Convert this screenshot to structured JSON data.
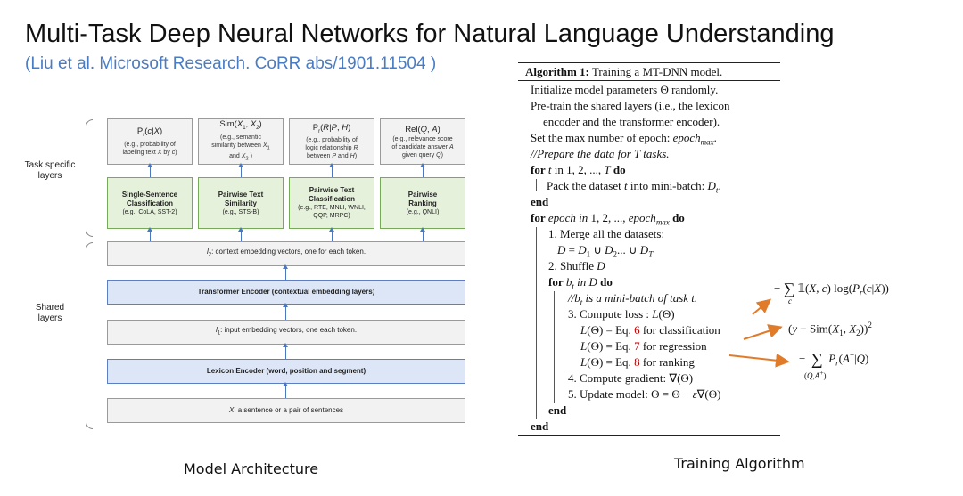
{
  "title": "Multi-Task Deep Neural Networks for Natural Language Understanding",
  "subtitle": "(Liu et al. Microsoft Research. CoRR abs/1901.11504 )",
  "architecture": {
    "side_labels": {
      "task": "Task specific\nlayers",
      "shared": "Shared\nlayers"
    },
    "outputs": [
      {
        "title": "Pr(c|X)",
        "desc": "(e.g., probability of labeling text X by c)"
      },
      {
        "title": "Sim(X1, X2)",
        "desc": "(e.g., semantic similarity between X1 and X2 )"
      },
      {
        "title": "Pr(R|P, H)",
        "desc": "(e.g., probability of logic relationship R between P and H)"
      },
      {
        "title": "Rel(Q, A)",
        "desc": "(e.g., relevance score of candidate answer A given query Q)"
      }
    ],
    "tasks": [
      {
        "name": "Single-Sentence Classification",
        "examples": "(e.g., CoLA, SST-2)"
      },
      {
        "name": "Pairwise Text Similarity",
        "examples": "(e.g., STS-B)"
      },
      {
        "name": "Pairwise Text Classification",
        "examples": "(e.g., RTE, MNLI, WNLI, QQP, MRPC)"
      },
      {
        "name": "Pairwise Ranking",
        "examples": "(e.g., QNLI)"
      }
    ],
    "layers": {
      "l2": "l2: context embedding vectors, one for each token.",
      "transformer": "Transformer Encoder (contextual embedding layers)",
      "l1": "l1: input embedding vectors, one each token.",
      "lexicon": "Lexicon Encoder (word, position and segment)",
      "input": "X: a sentence or a pair of sentences"
    },
    "caption": "Model Architecture"
  },
  "algorithm": {
    "header_label": "Algorithm 1:",
    "header_text": "Training a MT-DNN model.",
    "lines": [
      "Initialize model parameters Θ randomly.",
      "Pre-train the shared layers (i.e., the lexicon",
      "encoder and the transformer encoder).",
      "Set the max number of epoch: epoch_max.",
      "//Prepare the data for T tasks.",
      "for t in 1, 2, ..., T do",
      "Pack the dataset t into mini-batch: Dt.",
      "end",
      "for epoch in 1, 2, ..., epoch_max do",
      "1. Merge all the datasets:",
      "D = D1 ∪ D2... ∪ DT",
      "2. Shuffle D",
      "for bt in D do",
      "//bt is a mini-batch of task t.",
      "3. Compute loss : L(Θ)",
      "L(Θ) = Eq. 6 for classification",
      "L(Θ) = Eq. 7 for regression",
      "L(Θ) = Eq. 8 for ranking",
      "4. Compute gradient: ∇(Θ)",
      "5. Update model: Θ = Θ − ε∇(Θ)",
      "end",
      "end"
    ],
    "formulas": {
      "classification": "− Σ 1(X, c) log(Pr(c|X))",
      "regression": "(y − Sim(X1, X2))²",
      "ranking": "− Σ Pr(A⁺|Q)"
    },
    "caption": "Training Algorithm",
    "arrow_color": "#e07b2a"
  }
}
